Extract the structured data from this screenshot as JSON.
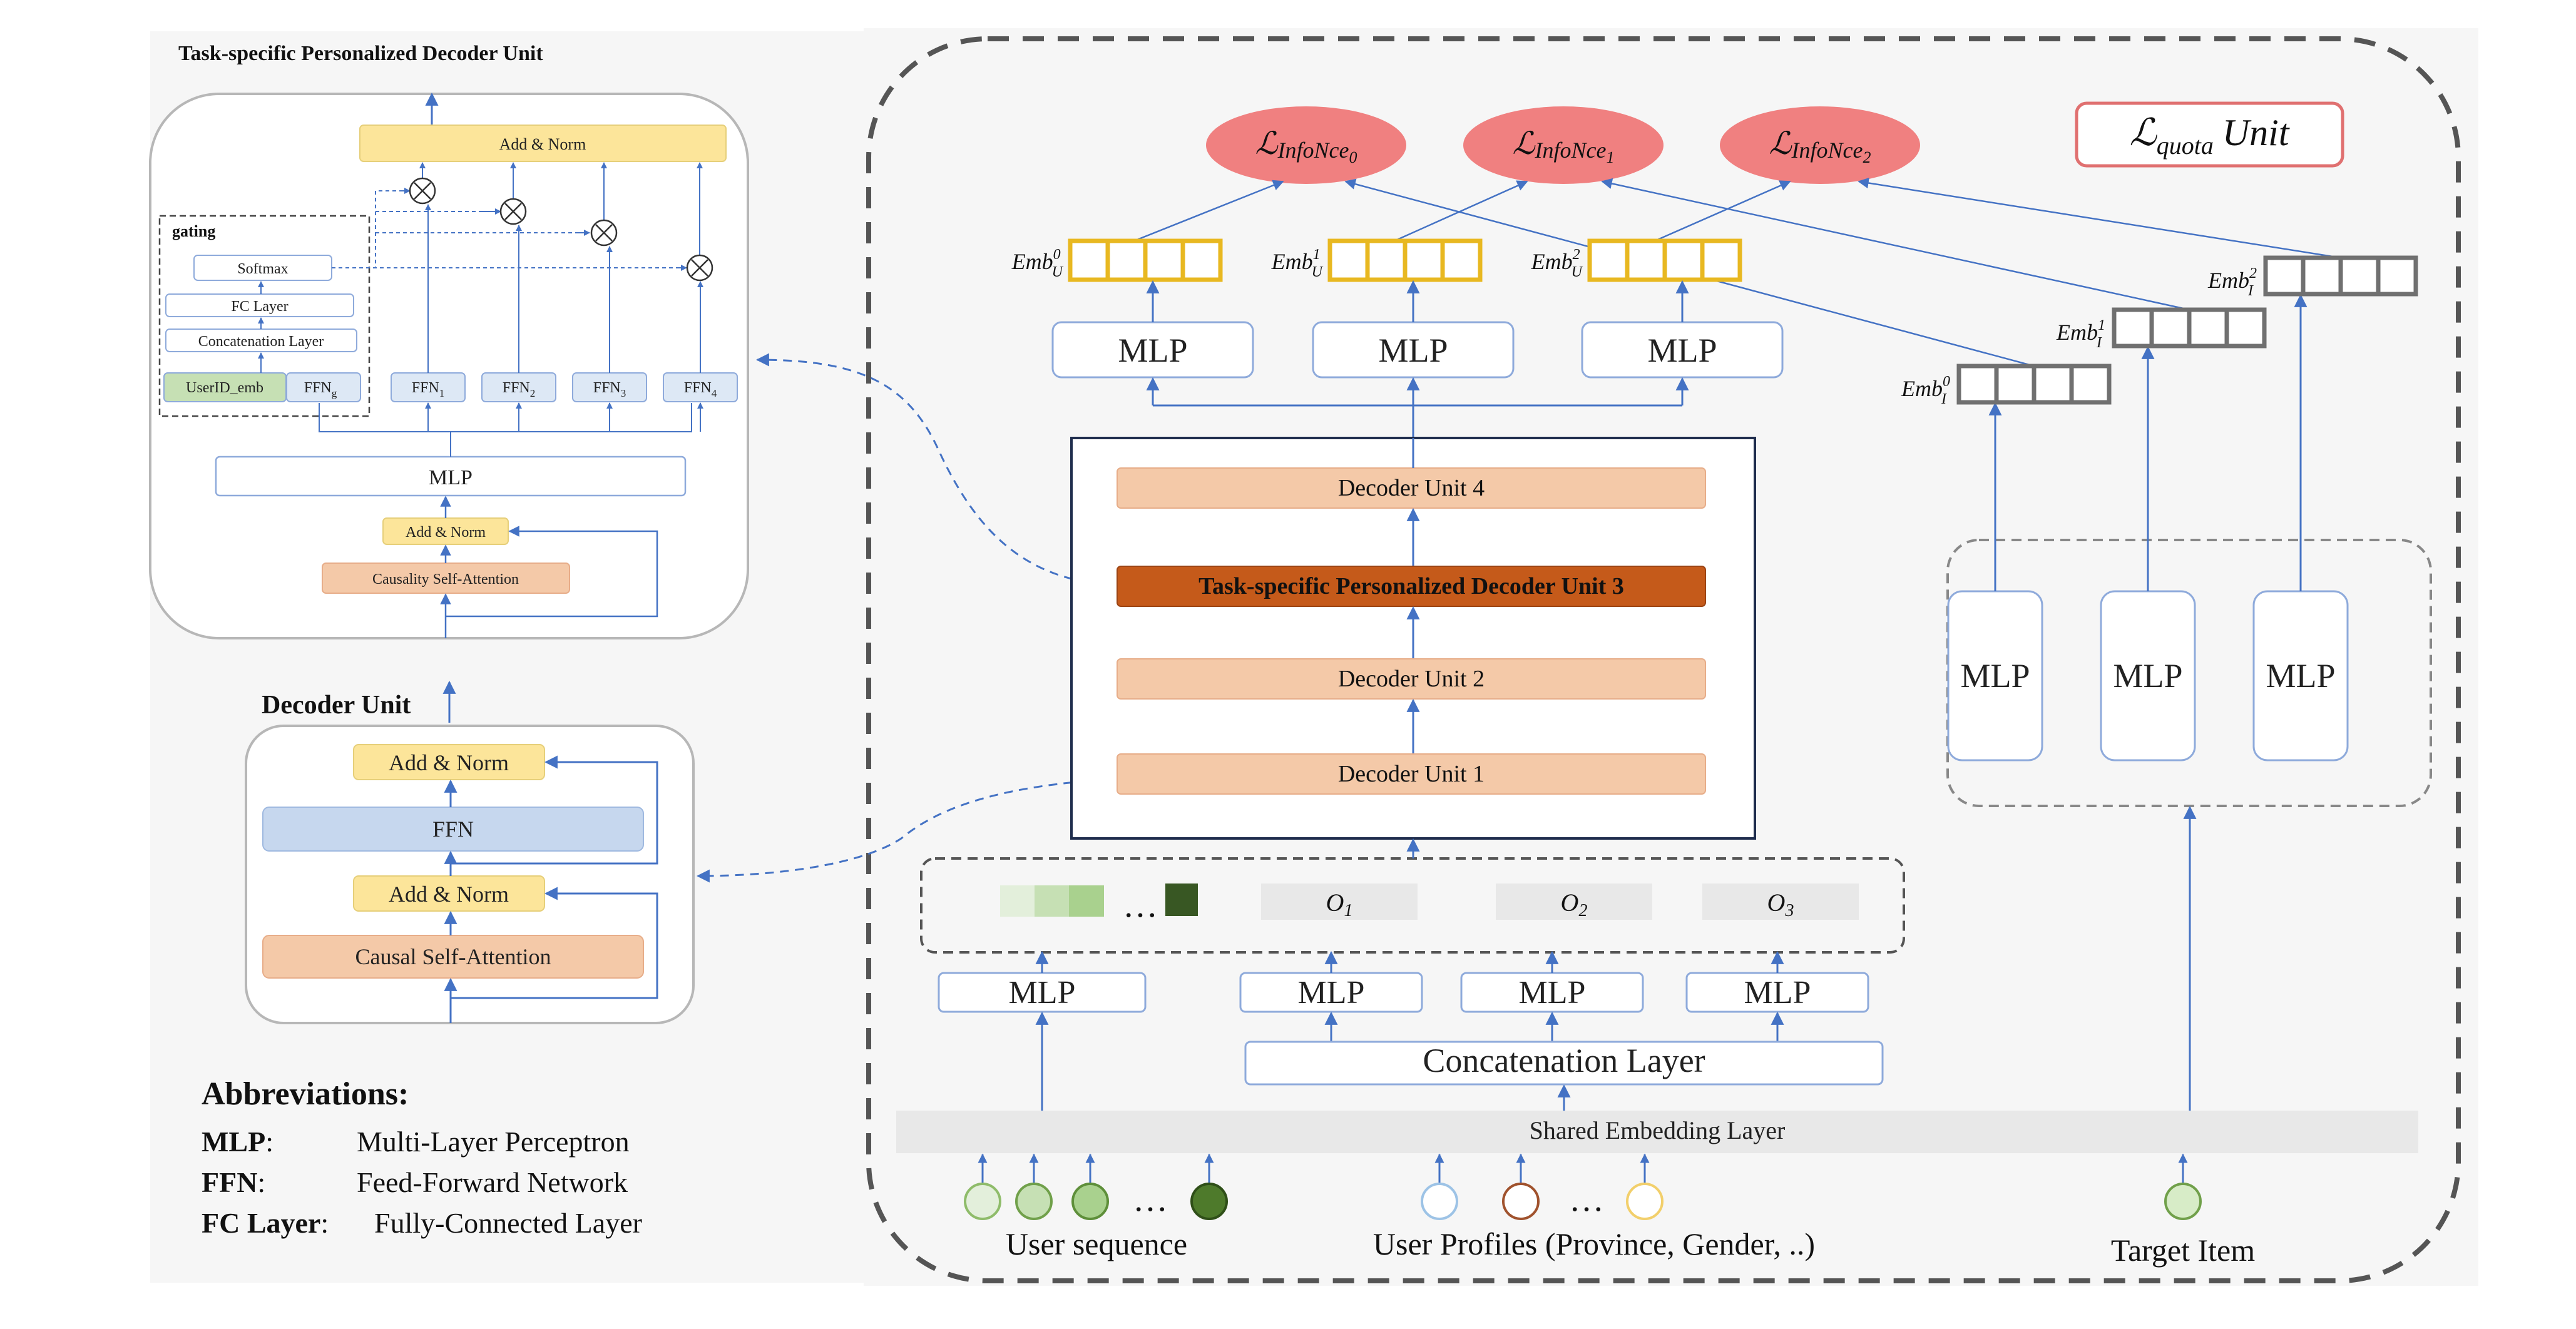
{
  "colors": {
    "blue_line": "#4472c4",
    "box_border": "#8eaadb",
    "decoder_fill": "#f4c9a8",
    "decoder_dark": "#c55a1a",
    "add_norm_fill": "#fce59a",
    "ffn_fill": "#c6d7ee",
    "ellipse_fill": "#f08080",
    "emb_u": "#e8b821",
    "emb_i": "#707070",
    "green_light": "#d7ecc7",
    "green_dark": "#385723",
    "shared_layer": "#e8e8e8"
  },
  "psd_panel": {
    "title": "Task-specific Personalized Decoder Unit",
    "add_norm_top": "Add & Norm",
    "gating_label": "gating",
    "softmax": "Softmax",
    "fc_layer": "FC Layer",
    "concat_layer": "Concatenation Layer",
    "userid_emb": "UserID_emb",
    "ffn_g": "FFN",
    "ffn_g_sub": "g",
    "ffns": [
      {
        "base": "FFN",
        "sub": "1"
      },
      {
        "base": "FFN",
        "sub": "2"
      },
      {
        "base": "FFN",
        "sub": "3"
      },
      {
        "base": "FFN",
        "sub": "4"
      }
    ],
    "mlp": "MLP",
    "add_norm_bottom": "Add & Norm",
    "causality_attention": "Causality Self-Attention"
  },
  "decoder_panel": {
    "title": "Decoder Unit",
    "add_norm_top": "Add & Norm",
    "ffn": "FFN",
    "add_norm_bottom": "Add & Norm",
    "causal_attention": "Causal Self-Attention"
  },
  "abbreviations": {
    "title": "Abbreviations:",
    "items": [
      {
        "key": "MLP",
        "sep": ":",
        "value": "Multi-Layer Perceptron"
      },
      {
        "key": "FFN",
        "sep": ":",
        "value": "Feed-Forward Network"
      },
      {
        "key": "FC Layer",
        "sep": ":",
        "value": "Fully-Connected Layer"
      }
    ]
  },
  "main": {
    "losses": [
      {
        "base": "InfoNce",
        "sub": "0"
      },
      {
        "base": "InfoNce",
        "sub": "1"
      },
      {
        "base": "InfoNce",
        "sub": "2"
      }
    ],
    "quota_unit": {
      "base": "quota",
      "suffix": "Unit"
    },
    "emb_u": [
      {
        "base": "Emb",
        "sup": "0",
        "sub": "U"
      },
      {
        "base": "Emb",
        "sup": "1",
        "sub": "U"
      },
      {
        "base": "Emb",
        "sup": "2",
        "sub": "U"
      }
    ],
    "emb_i": [
      {
        "base": "Emb",
        "sup": "0",
        "sub": "I"
      },
      {
        "base": "Emb",
        "sup": "1",
        "sub": "I"
      },
      {
        "base": "Emb",
        "sup": "2",
        "sub": "I"
      }
    ],
    "user_mlps": [
      "MLP",
      "MLP",
      "MLP"
    ],
    "item_mlps": [
      "MLP",
      "MLP",
      "MLP"
    ],
    "decoder_stack": [
      "Decoder Unit 4",
      "Task-specific Personalized Decoder Unit 3",
      "Decoder Unit 2",
      "Decoder Unit 1"
    ],
    "sequence_ellipsis": "…",
    "outputs": [
      {
        "base": "O",
        "sub": "1"
      },
      {
        "base": "O",
        "sub": "2"
      },
      {
        "base": "O",
        "sub": "3"
      }
    ],
    "input_mlps": [
      "MLP",
      "MLP",
      "MLP",
      "MLP"
    ],
    "concat_layer": "Concatenation Layer",
    "shared_layer": "Shared Embedding Layer",
    "profile_ellipsis": "…",
    "labels": {
      "user_sequence": "User sequence",
      "user_profiles": "User Profiles (Province, Gender, ..)",
      "target_item": "Target Item"
    }
  }
}
